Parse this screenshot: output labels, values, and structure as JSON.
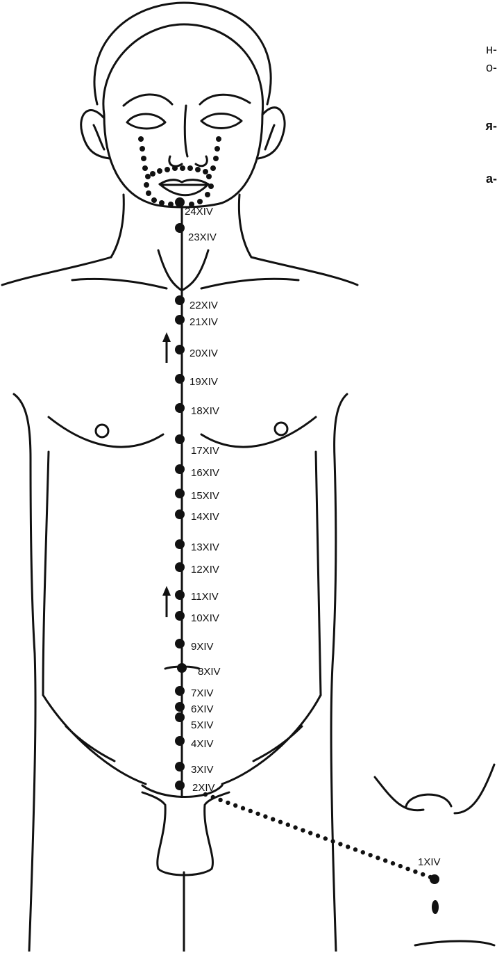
{
  "text_fragments": [
    {
      "text": "н-",
      "bold": false
    },
    {
      "text": "о-",
      "bold": false
    },
    {
      "text": "я-",
      "bold": true
    },
    {
      "text": "а-",
      "bold": true
    }
  ],
  "points": [
    {
      "label": "24XIV"
    },
    {
      "label": "23XIV"
    },
    {
      "label": "22XIV"
    },
    {
      "label": "21XIV"
    },
    {
      "label": "20XIV"
    },
    {
      "label": "19XIV"
    },
    {
      "label": "18XIV"
    },
    {
      "label": "17XIV"
    },
    {
      "label": "16XIV"
    },
    {
      "label": "15XIV"
    },
    {
      "label": "14XIV"
    },
    {
      "label": "13XIV"
    },
    {
      "label": "12XIV"
    },
    {
      "label": "11XIV"
    },
    {
      "label": "10XIV"
    },
    {
      "label": "9XIV"
    },
    {
      "label": "8XIV"
    },
    {
      "label": "7XIV"
    },
    {
      "label": "6XIV"
    },
    {
      "label": "5XIV"
    },
    {
      "label": "4XIV"
    },
    {
      "label": "3XIV"
    },
    {
      "label": "2XIV"
    },
    {
      "label": "1XIV"
    }
  ],
  "colors": {
    "line": "#111111",
    "background": "#ffffff"
  }
}
